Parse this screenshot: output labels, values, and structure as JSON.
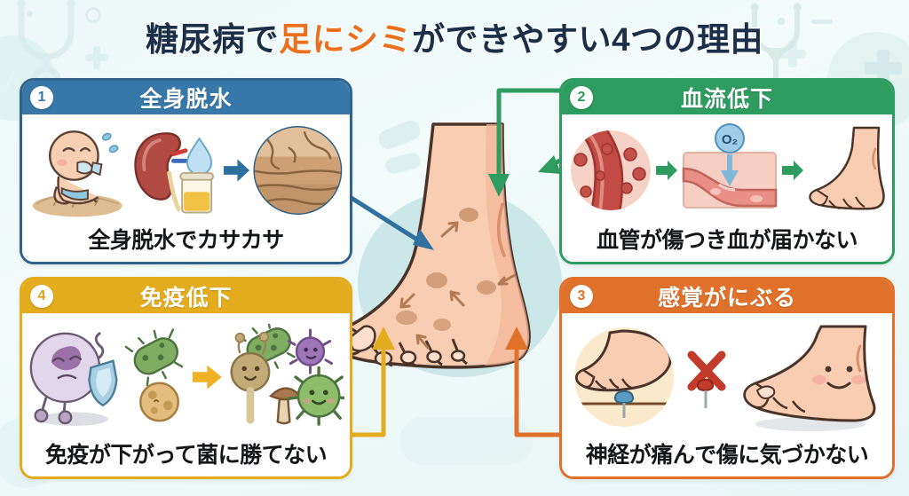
{
  "title": {
    "prefix": "糖尿病で",
    "highlight": "足にシミ",
    "suffix": "ができやすい4つの理由",
    "full": "糖尿病で足にシミができやすい4つの理由",
    "highlight_color": "#e8701f",
    "base_color": "#1b2f48"
  },
  "theme": {
    "background": "#eef8f8",
    "panel_bg": "#ffffff",
    "caption_color": "#15161a"
  },
  "panels": [
    {
      "number": "1",
      "heading": "全身脱水",
      "caption": "全身脱水でカサカサ",
      "color": "#3778a8",
      "border_color": "#31628c",
      "icons": [
        "dehydrated-baby-icon",
        "kidney-icon",
        "water-drop-icon",
        "urine-cup-icon",
        "arrow-right-icon",
        "cracked-skin-icon"
      ]
    },
    {
      "number": "2",
      "heading": "血流低下",
      "caption": "血管が傷つき血が届かない",
      "color": "#2e9b5f",
      "border_color": "#2e9b5f",
      "oxygen_label": "O₂",
      "icons": [
        "blood-vessel-icon",
        "arrow-right-icon",
        "narrowed-vessel-icon",
        "oxygen-bubble-icon",
        "foot-icon"
      ]
    },
    {
      "number": "3",
      "heading": "感覚がにぶる",
      "caption": "神経が痛んで傷に気づかない",
      "color": "#e0712a",
      "border_color": "#e0712a",
      "icons": [
        "foot-on-pushpin-icon",
        "broken-pushpin-icon",
        "smiling-foot-icon"
      ]
    },
    {
      "number": "4",
      "heading": "免疫低下",
      "caption": "免疫が下がって菌に勝てない",
      "color": "#e3ac1e",
      "border_color": "#e3ac1e",
      "icons": [
        "weak-white-blood-cell-icon",
        "shield-icon",
        "bacteria-icon",
        "arrow-right-icon",
        "happy-germs-icon"
      ]
    }
  ],
  "center": {
    "name": "foot-with-spots-illustration",
    "spot_count": 5,
    "spot_color": "#b98057",
    "skin_color": "#f7cbb0",
    "backdrop_color": "#bfe0e0"
  },
  "connectors": [
    {
      "name": "connector-panel-1",
      "from": "panel-1",
      "color": "#3778a8",
      "direction": "down-right"
    },
    {
      "name": "connector-panel-2",
      "from": "panel-2",
      "color": "#2e9b5f",
      "direction": "down-and-left"
    },
    {
      "name": "connector-panel-3",
      "from": "panel-3",
      "color": "#e0712a",
      "direction": "up"
    },
    {
      "name": "connector-panel-4",
      "from": "panel-4",
      "color": "#e3ac1e",
      "direction": "up"
    }
  ],
  "decorations": [
    "stethoscope-icon",
    "heartbeat-line-icon",
    "medical-cross-icon",
    "circle-decoration"
  ]
}
